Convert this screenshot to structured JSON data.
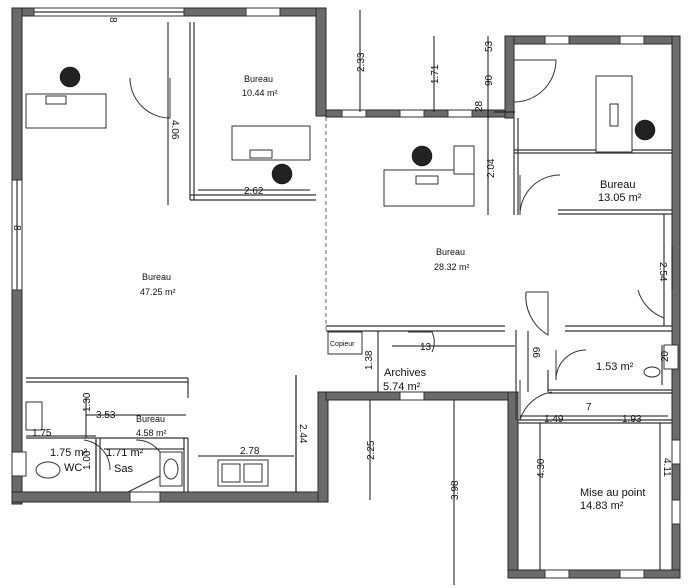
{
  "rooms": {
    "bureau_left": {
      "name": "Bureau",
      "area": "47.25 m²"
    },
    "bureau_top": {
      "name": "Bureau",
      "area": "10.44 m²"
    },
    "bureau_center": {
      "name": "Bureau",
      "area": "28.32 m²"
    },
    "bureau_right": {
      "name": "Bureau",
      "area": "13.05 m²"
    },
    "bureau_small": {
      "name": "Bureau",
      "area": "4.58 m²"
    },
    "wc": {
      "name": "WC",
      "area": "1.75 m²"
    },
    "sas": {
      "name": "Sas",
      "area": "1.71 m²"
    },
    "archives": {
      "name": "Archives",
      "area": "5.74 m²"
    },
    "storage": {
      "area": "1.53 m²"
    },
    "mise_au_point": {
      "name": "Mise au point",
      "area": "14.83 m²"
    },
    "copieur": {
      "name": "Copieur"
    }
  },
  "dimensions": {
    "d_4_06": "4.06",
    "d_2_62": "2.62",
    "d_2_33": "2.33",
    "d_1_71": "1.71",
    "d_90": "90",
    "d_53": "53",
    "d_28": "28",
    "d_2_04": "2.04",
    "d_2_54": "2.54",
    "d_1_38": "1.38",
    "d_13": "13",
    "d_99": "99",
    "d_20": "20",
    "d_7": "7",
    "d_1_49": "1.49",
    "d_1_93": "1.93",
    "d_4_30": "4.30",
    "d_4_11": "4.11",
    "d_2_25": "2.25",
    "d_3_98": "3.98",
    "d_2_44": "2.44",
    "d_2_78": "2.78",
    "d_3_53": "3.53",
    "d_1_30": "1.30",
    "d_1_75": "1.75",
    "d_1_00": "1.00",
    "w_a": "8",
    "w_b": "8"
  }
}
